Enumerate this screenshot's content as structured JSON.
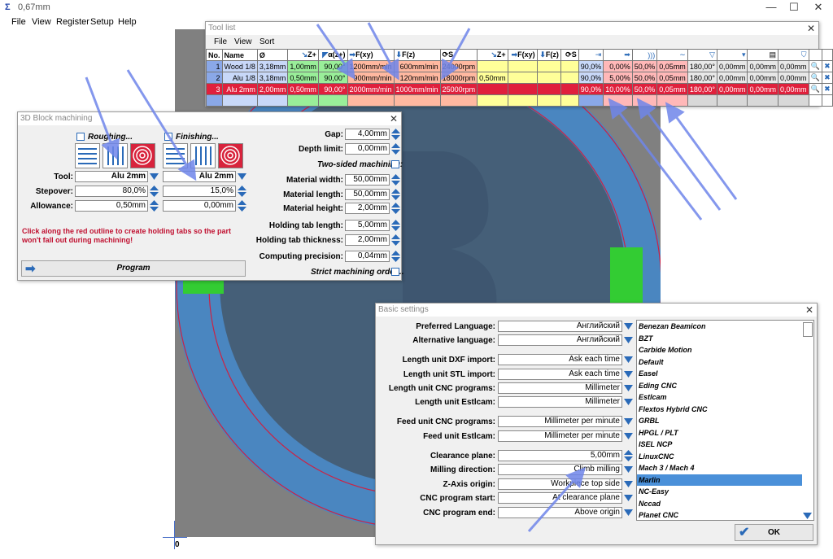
{
  "window": {
    "title": "0,67mm",
    "minimize": "—",
    "maximize": "☐",
    "close": "✕"
  },
  "menu": [
    "File",
    "View",
    "Register",
    "Setup",
    "Help"
  ],
  "axis": {
    "origin": "0"
  },
  "tool_list": {
    "title": "Tool list",
    "menu": [
      "File",
      "View",
      "Sort"
    ],
    "headers": [
      "No.",
      "Name",
      "Ø",
      "Z+",
      "α(z+)",
      "F(xy)",
      "F(z)",
      "S",
      "Z+",
      "F(xy)",
      "F(z)",
      "S"
    ],
    "rows": [
      {
        "no": "1",
        "name": "Wood 1/8",
        "dia": "3,18mm",
        "z": "1,00mm",
        "angle": "90,00°",
        "fxy": "1200mm/min",
        "fz": "600mm/min",
        "s": "24000rpm",
        "z2": "",
        "p1": "90,0%",
        "p2": "0,00%",
        "p3": "50,0%",
        "p4": "0,05mm",
        "p5": "180,00°",
        "p6": "0,00mm",
        "p7": "0,00mm",
        "p8": "0,00mm"
      },
      {
        "no": "2",
        "name": "Alu 1/8",
        "dia": "3,18mm",
        "z": "0,50mm",
        "angle": "90,00°",
        "fxy": "900mm/min",
        "fz": "120mm/min",
        "s": "18000rpm",
        "z2": "0,50mm",
        "p1": "90,0%",
        "p2": "5,00%",
        "p3": "50,0%",
        "p4": "0,05mm",
        "p5": "180,00°",
        "p6": "0,00mm",
        "p7": "0,00mm",
        "p8": "0,00mm"
      },
      {
        "no": "3",
        "name": "Alu 2mm",
        "dia": "2,00mm",
        "z": "0,50mm",
        "angle": "90,00°",
        "fxy": "2000mm/min",
        "fz": "1000mm/min",
        "s": "25000rpm",
        "z2": "",
        "p1": "90,0%",
        "p2": "10,00%",
        "p3": "50,0%",
        "p4": "0,05mm",
        "p5": "180,00°",
        "p6": "0,00mm",
        "p7": "0,00mm",
        "p8": "0,00mm"
      }
    ]
  },
  "block": {
    "title": "3D Block machining",
    "roughing": "Roughing...",
    "finishing": "Finishing...",
    "tool_label": "Tool:",
    "stepover_label": "Stepover:",
    "allowance_label": "Allowance:",
    "rough_tool": "Alu 2mm",
    "finish_tool": "Alu 2mm",
    "rough_stepover": "80,0%",
    "finish_stepover": "15,0%",
    "rough_allowance": "0,50mm",
    "finish_allowance": "0,00mm",
    "gap_label": "Gap:",
    "gap": "4,00mm",
    "depth_label": "Depth limit:",
    "depth": "0,00mm",
    "two_sided": "Two-sided machining:",
    "mat_w_label": "Material width:",
    "mat_w": "50,00mm",
    "mat_l_label": "Material length:",
    "mat_l": "50,00mm",
    "mat_h_label": "Material height:",
    "mat_h": "2,00mm",
    "tab_len_label": "Holding tab length:",
    "tab_len": "5,00mm",
    "tab_th_label": "Holding tab thickness:",
    "tab_th": "2,00mm",
    "prec_label": "Computing precision:",
    "prec": "0,04mm",
    "strict": "Strict machining order...",
    "hint": "Click along the red outline to create holding tabs so the part won't fall out during machining!",
    "program": "Program"
  },
  "basic": {
    "title": "Basic settings",
    "rows": [
      {
        "label": "Preferred Language:",
        "value": "Английский"
      },
      {
        "label": "Alternative language:",
        "value": "Английский"
      },
      {
        "label": "Length unit DXF import:",
        "value": "Ask each time"
      },
      {
        "label": "Length unit STL import:",
        "value": "Ask each time"
      },
      {
        "label": "Length unit CNC programs:",
        "value": "Millimeter"
      },
      {
        "label": "Length unit Estlcam:",
        "value": "Millimeter"
      },
      {
        "label": "Feed unit CNC programs:",
        "value": "Millimeter per minute"
      },
      {
        "label": "Feed unit Estlcam:",
        "value": "Millimeter per minute"
      },
      {
        "label": "Clearance plane:",
        "value": "5,00mm"
      },
      {
        "label": "Milling direction:",
        "value": "Climb milling"
      },
      {
        "label": "Z-Axis origin:",
        "value": "Workpiece top side"
      },
      {
        "label": "CNC program start:",
        "value": "At clearance plane"
      },
      {
        "label": "CNC program end:",
        "value": "Above origin"
      }
    ],
    "controllers": [
      "Benezan Beamicon",
      "BZT",
      "Carbide Motion",
      "Default",
      "Easel",
      "Eding CNC",
      "Estlcam",
      "Flextos Hybrid CNC",
      "GRBL",
      "HPGL / PLT",
      "ISEL NCP",
      "LinuxCNC",
      "Mach 3 / Mach 4",
      "Marlin",
      "NC-Easy",
      "Nccad",
      "Planet CNC"
    ],
    "selected": "Marlin",
    "ok": "OK"
  },
  "colors": {
    "accent": "#4a90d9",
    "selected_row": "#e0203c",
    "green_tab": "#33cc33",
    "disc": "#4a86c0"
  }
}
